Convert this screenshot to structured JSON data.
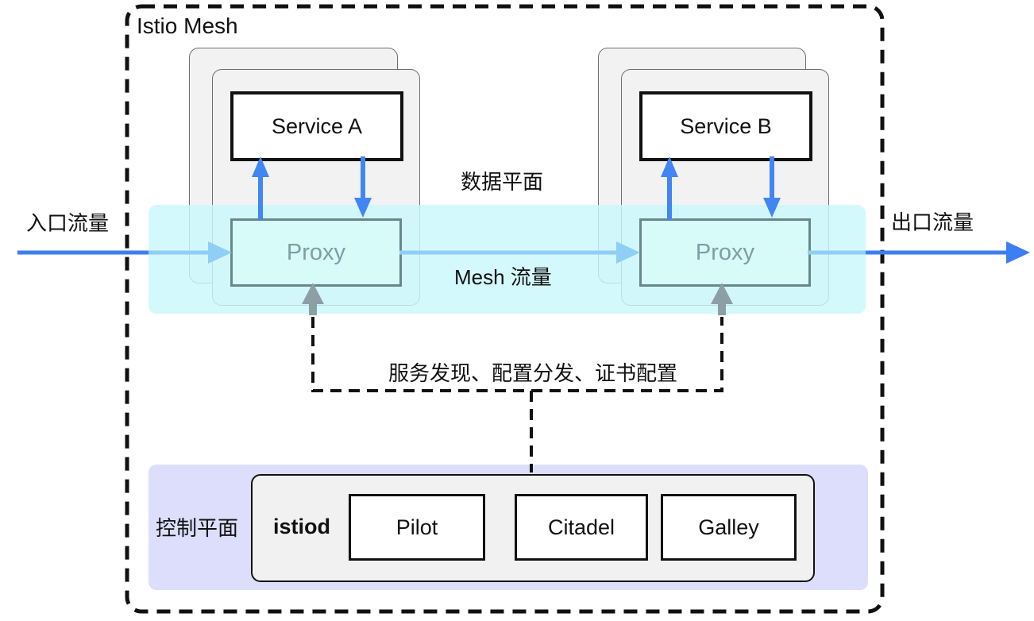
{
  "diagram": {
    "mesh_label": "Istio Mesh",
    "labels": {
      "ingress": "入口流量",
      "egress": "出口流量",
      "data_plane": "数据平面",
      "mesh_traffic": "Mesh 流量",
      "control_link": "服务发现、配置分发、证书配置",
      "control_plane": "控制平面"
    },
    "pods": [
      {
        "service_label": "Service A",
        "proxy_label": "Proxy"
      },
      {
        "service_label": "Service B",
        "proxy_label": "Proxy"
      }
    ],
    "control": {
      "istiod_label": "istiod",
      "components": [
        "Pilot",
        "Citadel",
        "Galley"
      ]
    }
  },
  "colors": {
    "blue": "#4285F4",
    "light_blue": "#8FCEF5",
    "dark_blue": "#3D7EF0",
    "gray_arrow": "#8C9FA5",
    "dash": "#111111",
    "cyan_band": "rgba(203,248,251,0.82)",
    "lavender_band": "#DDDEFB",
    "proxy_border": "#68878D",
    "proxy_fill": "#D7FBF9",
    "proxy_text": "#7F9DA3",
    "card_fill": "#F2F2F3",
    "card_border": "#6E6E6E",
    "box_border": "#111111"
  }
}
